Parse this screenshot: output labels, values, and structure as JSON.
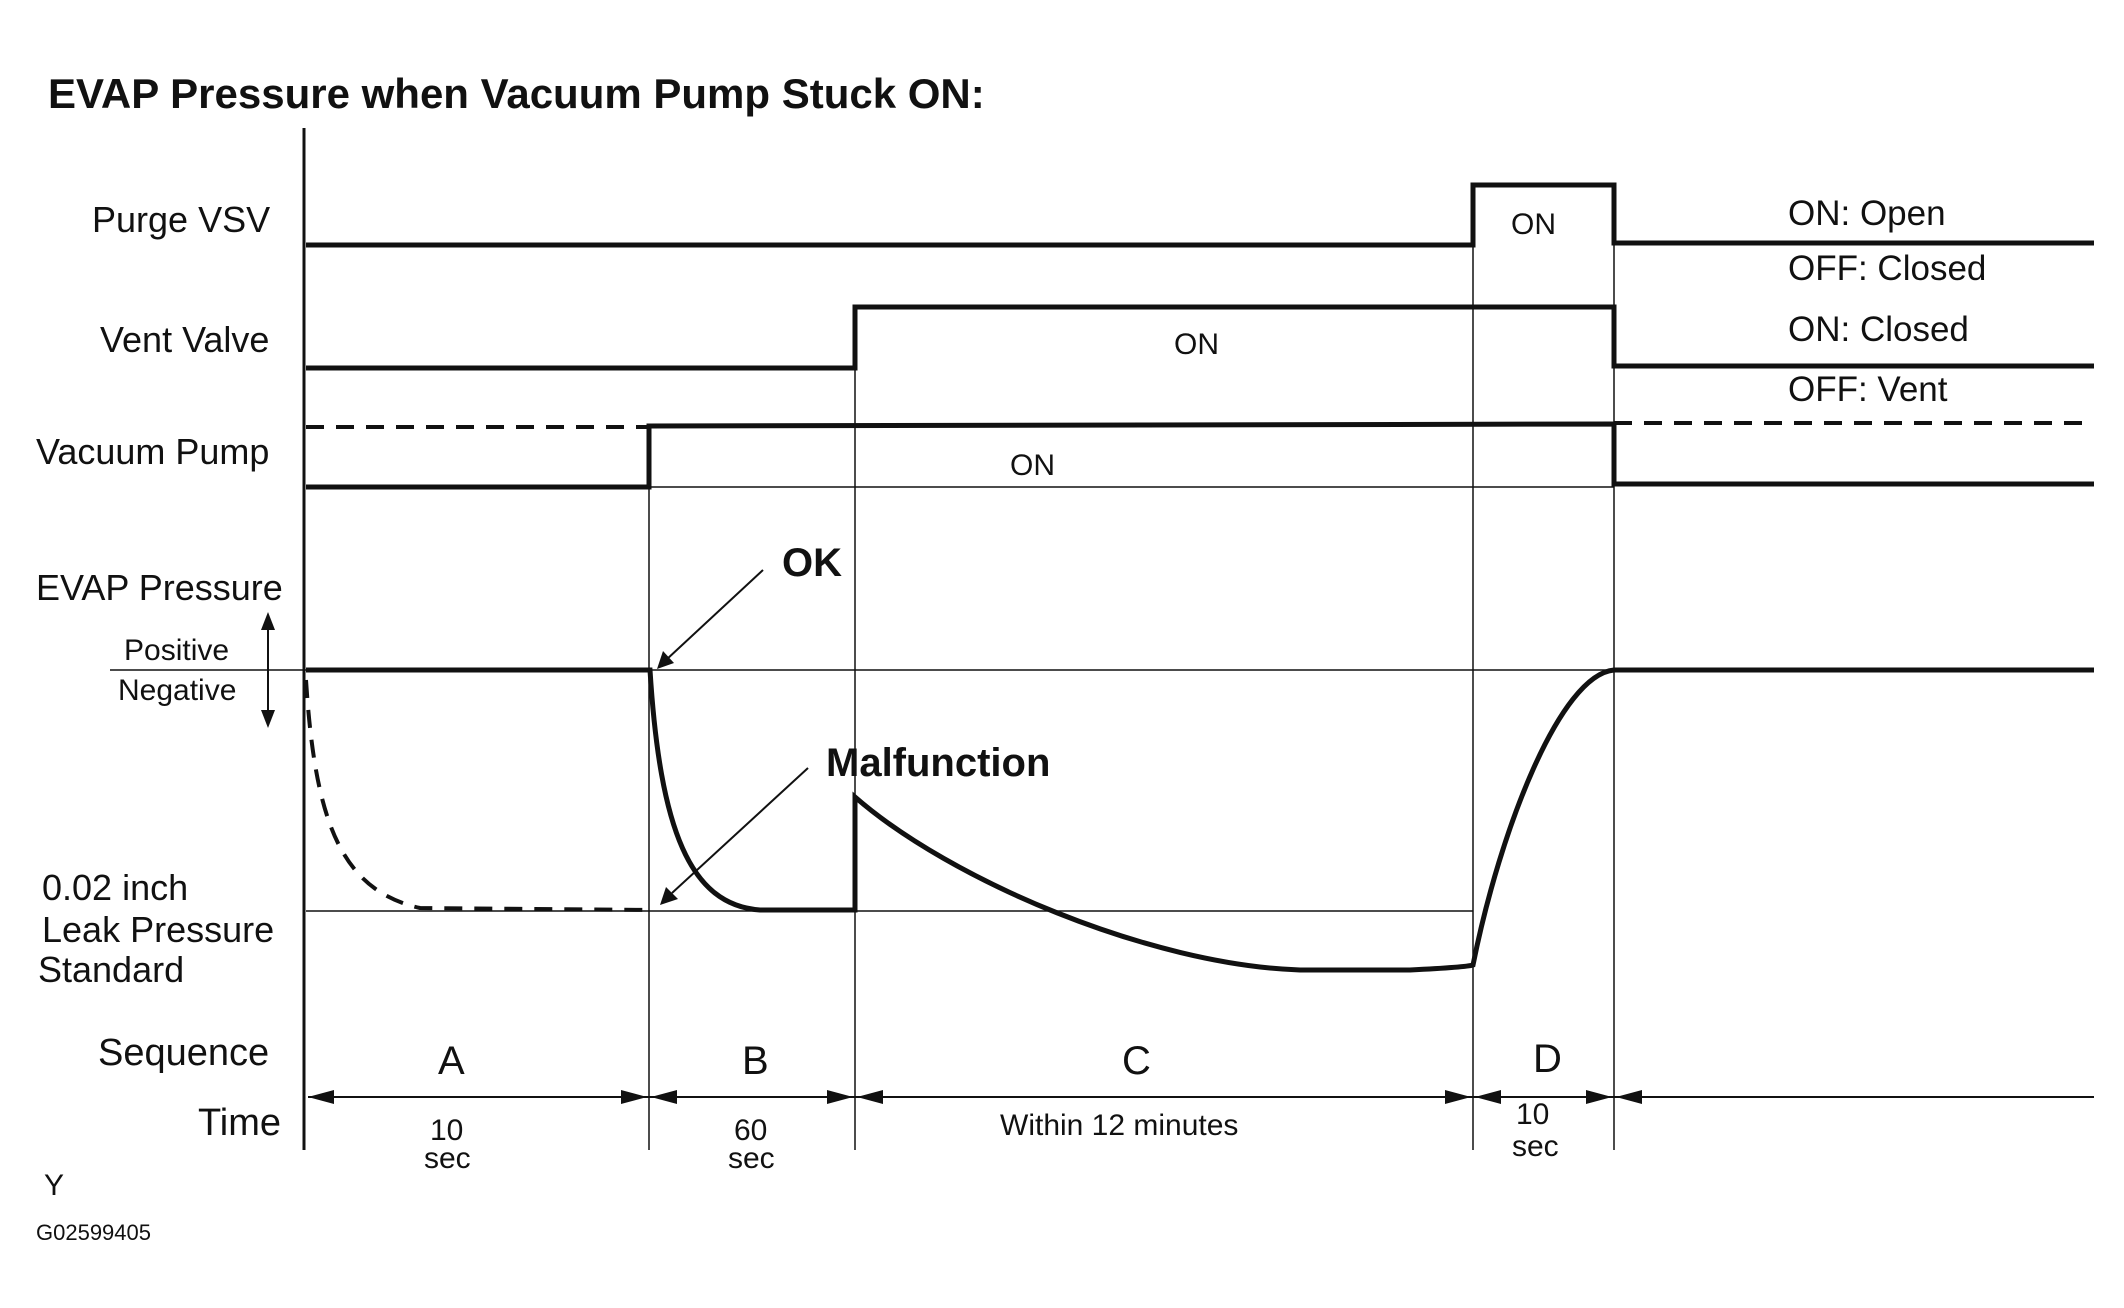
{
  "title": "EVAP Pressure when Vacuum Pump Stuck ON:",
  "rows": {
    "purge_vsv": {
      "label": "Purge VSV",
      "on_text": "ON",
      "state_on": "ON: Open",
      "state_off": "OFF: Closed"
    },
    "vent_valve": {
      "label": "Vent Valve",
      "on_text": "ON",
      "state_on": "ON: Closed",
      "state_off": "OFF: Vent"
    },
    "vacuum_pump": {
      "label": "Vacuum Pump",
      "on_text": "ON"
    },
    "evap_pressure": {
      "label": "EVAP Pressure",
      "positive": "Positive",
      "negative": "Negative",
      "leak_line1": "0.02 inch",
      "leak_line2": "Leak Pressure",
      "leak_line3": "Standard"
    }
  },
  "callouts": {
    "ok": "OK",
    "malfunction": "Malfunction"
  },
  "sequence": {
    "label": "Sequence",
    "time_label": "Time",
    "segments": [
      {
        "letter": "A",
        "time_line1": "10",
        "time_line2": "sec"
      },
      {
        "letter": "B",
        "time_line1": "60",
        "time_line2": "sec"
      },
      {
        "letter": "C",
        "time_line1": "Within 12 minutes",
        "time_line2": ""
      },
      {
        "letter": "D",
        "time_line1": "10",
        "time_line2": "sec"
      }
    ]
  },
  "footer": {
    "mark": "Y",
    "code": "G02599405"
  }
}
